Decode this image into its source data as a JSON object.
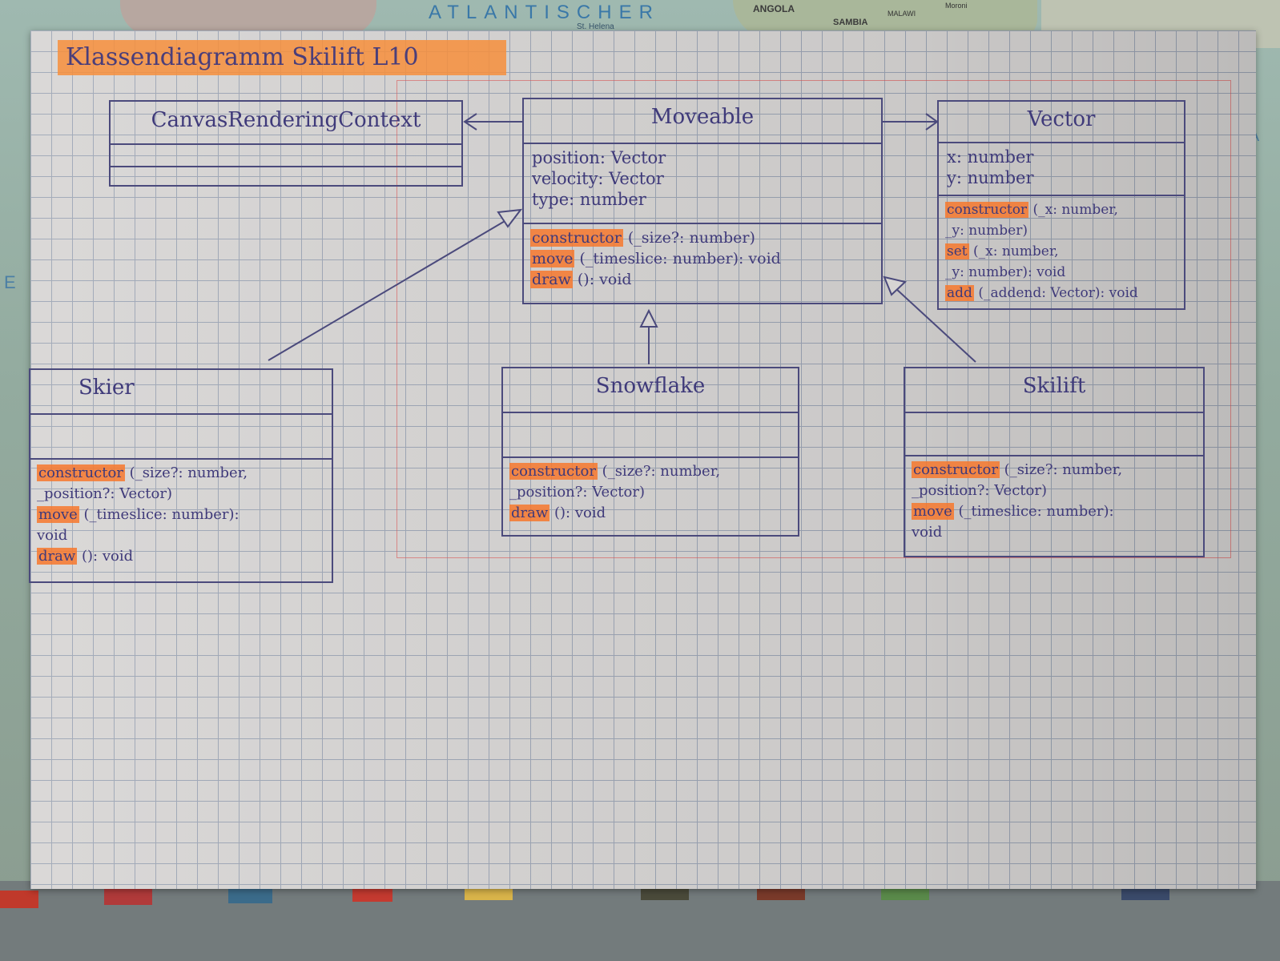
{
  "title": "Klassendiagramm Skilift L10",
  "map": {
    "ocean": "ATLANTISCHER",
    "island": "St. Helena",
    "countries": [
      "ANGOLA",
      "SAMBIA",
      "MALAWI"
    ],
    "places": [
      "Moroni"
    ],
    "side_left": "E",
    "side_right": "A"
  },
  "colors": {
    "ink": "#3f3a7a",
    "highlight": "#f7782d",
    "paper": "#d6d4d3",
    "grid": "#9aa3b3"
  },
  "classes": {
    "canvas": {
      "name": "CanvasRenderingContext",
      "attributes": [],
      "operations": []
    },
    "moveable": {
      "name": "Moveable",
      "attributes": [
        "position: Vector",
        "velocity: Vector",
        "type: number"
      ],
      "operations": [
        {
          "name": "constructor",
          "params": "(_size?: number)"
        },
        {
          "name": "move",
          "params": "(_timeslice: number): void"
        },
        {
          "name": "draw",
          "params": "(): void"
        }
      ]
    },
    "vector": {
      "name": "Vector",
      "attributes": [
        "x: number",
        "y: number"
      ],
      "operations": [
        {
          "name": "constructor",
          "params": "(_x: number,"
        },
        {
          "name": "",
          "params": "_y: number)"
        },
        {
          "name": "set",
          "params": "(_x: number,"
        },
        {
          "name": "",
          "params": "_y: number): void"
        },
        {
          "name": "add",
          "params": "(_addend: Vector): void"
        }
      ]
    },
    "skier": {
      "name": "Skier",
      "attributes": [],
      "operations": [
        {
          "name": "constructor",
          "params": "(_size?: number,"
        },
        {
          "name": "",
          "params": "_position?: Vector)"
        },
        {
          "name": "move",
          "params": "(_timeslice: number):"
        },
        {
          "name": "",
          "params": "void"
        },
        {
          "name": "draw",
          "params": "(): void"
        }
      ]
    },
    "snowflake": {
      "name": "Snowflake",
      "attributes": [],
      "operations": [
        {
          "name": "constructor",
          "params": "(_size?: number,"
        },
        {
          "name": "",
          "params": "_position?: Vector)"
        },
        {
          "name": "draw",
          "params": "(): void"
        }
      ]
    },
    "skilift": {
      "name": "Skilift",
      "attributes": [],
      "operations": [
        {
          "name": "constructor",
          "params": "(_size?: number,"
        },
        {
          "name": "",
          "params": "_position?: Vector)"
        },
        {
          "name": "move",
          "params": "(_timeslice: number):"
        },
        {
          "name": "",
          "params": "void"
        }
      ]
    }
  }
}
